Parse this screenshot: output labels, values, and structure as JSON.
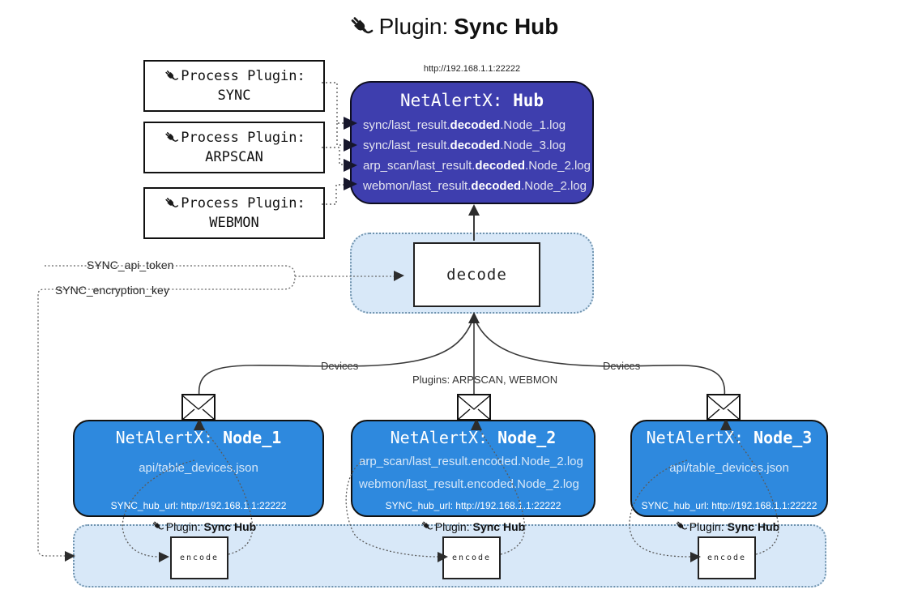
{
  "title": {
    "prefix": "Plugin:",
    "bold": "Sync Hub"
  },
  "hub": {
    "url": "http://192.168.1.1:22222",
    "name_prefix": "NetAlertX: ",
    "name_bold": "Hub",
    "logs": [
      {
        "pre": "sync/last_result.",
        "bold": "decoded",
        "post": ".Node_1.log"
      },
      {
        "pre": "sync/last_result.",
        "bold": "decoded",
        "post": ".Node_3.log"
      },
      {
        "pre": "arp_scan/last_result.",
        "bold": "decoded",
        "post": ".Node_2.log"
      },
      {
        "pre": "webmon/last_result.",
        "bold": "decoded",
        "post": ".Node_2.log"
      }
    ]
  },
  "process_plugins": [
    {
      "label": "Process Plugin:",
      "name": "SYNC"
    },
    {
      "label": "Process Plugin:",
      "name": "ARPSCAN"
    },
    {
      "label": "Process Plugin:",
      "name": "WEBMON"
    }
  ],
  "decode_box": {
    "label": "decode"
  },
  "secrets": {
    "api_token": "SYNC_api_token",
    "encryption_key": "SYNC_encryption_key"
  },
  "edge_labels": {
    "devices_left": "Devices",
    "plugins_center": "Plugins: ARPSCAN, WEBMON",
    "devices_right": "Devices"
  },
  "nodes": [
    {
      "name_prefix": "NetAlertX: ",
      "name_bold": "Node_1",
      "files": [
        "api/table_devices.json"
      ],
      "hub_url": "SYNC_hub_url: http://192.168.1.1:22222"
    },
    {
      "name_prefix": "NetAlertX: ",
      "name_bold": "Node_2",
      "files": [
        "arp_scan/last_result.encoded.Node_2.log",
        "webmon/last_result.encoded.Node_2.log"
      ],
      "hub_url": "SYNC_hub_url: http://192.168.1.1:22222"
    },
    {
      "name_prefix": "NetAlertX: ",
      "name_bold": "Node_3",
      "files": [
        "api/table_devices.json"
      ],
      "hub_url": "SYNC_hub_url: http://192.168.1.1:22222"
    }
  ],
  "encoders": [
    {
      "label_prefix": "Plugin:",
      "label_bold": "Sync Hub",
      "box_label": "encode"
    },
    {
      "label_prefix": "Plugin:",
      "label_bold": "Sync Hub",
      "box_label": "encode"
    },
    {
      "label_prefix": "Plugin:",
      "label_bold": "Sync Hub",
      "box_label": "encode"
    }
  ],
  "colors": {
    "hub_fill": "#3e3eae",
    "node_fill": "#2e89de",
    "panel_fill": "#d8e8f8",
    "panel_border": "#6f93ae",
    "line": "#3a3a3a"
  }
}
